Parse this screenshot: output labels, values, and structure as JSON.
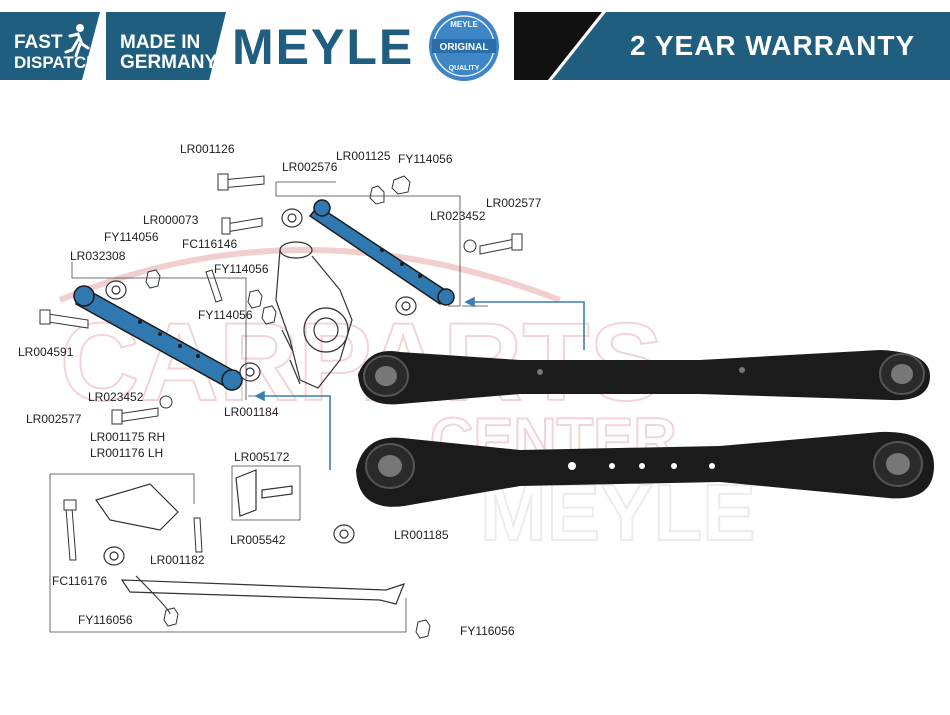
{
  "header": {
    "fast_dispatch_line1": "FAST",
    "fast_dispatch_line2": "DISPATCH",
    "made_in_line1": "MADE IN",
    "made_in_line2": "GERMANY",
    "brand": "MEYLE",
    "seal_top": "MEYLE",
    "seal_middle": "ORIGINAL",
    "seal_bottom": "QUALITY",
    "warranty": "2 YEAR WARRANTY"
  },
  "colors": {
    "brand_blue": "#1f5e7e",
    "seal_blue": "#3f86c6",
    "part_highlight": "#2f78b0",
    "arm_dark": "#1b1b1b",
    "watermark": "#e8a8a8"
  },
  "watermark": {
    "line1": "CARPARTS",
    "line2": "CENTER",
    "line3": "MEYLE"
  },
  "labels": [
    {
      "id": "lr001126",
      "text": "LR001126"
    },
    {
      "id": "lr001125",
      "text": "LR001125"
    },
    {
      "id": "fy114056-a",
      "text": "FY114056"
    },
    {
      "id": "lr002576",
      "text": "LR002576"
    },
    {
      "id": "lr002577-a",
      "text": "LR002577"
    },
    {
      "id": "lr000073",
      "text": "LR000073"
    },
    {
      "id": "lr023452-a",
      "text": "LR023452"
    },
    {
      "id": "fy114056-b",
      "text": "FY114056"
    },
    {
      "id": "fc116146",
      "text": "FC116146"
    },
    {
      "id": "lr032308",
      "text": "LR032308"
    },
    {
      "id": "fy114056-c",
      "text": "FY114056"
    },
    {
      "id": "fy114056-d",
      "text": "FY114056"
    },
    {
      "id": "lr004591",
      "text": "LR004591"
    },
    {
      "id": "lr023452-b",
      "text": "LR023452"
    },
    {
      "id": "lr002577-b",
      "text": "LR002577"
    },
    {
      "id": "lr001184",
      "text": "LR001184"
    },
    {
      "id": "lr001175",
      "text": "LR001175 RH"
    },
    {
      "id": "lr001176",
      "text": "LR001176 LH"
    },
    {
      "id": "lr005172",
      "text": "LR005172"
    },
    {
      "id": "lr001185",
      "text": "LR001185"
    },
    {
      "id": "lr005542",
      "text": "LR005542"
    },
    {
      "id": "lr001182",
      "text": "LR001182"
    },
    {
      "id": "fc116176",
      "text": "FC116176"
    },
    {
      "id": "fy116056-a",
      "text": "FY116056"
    },
    {
      "id": "fy116056-b",
      "text": "FY116056"
    }
  ]
}
